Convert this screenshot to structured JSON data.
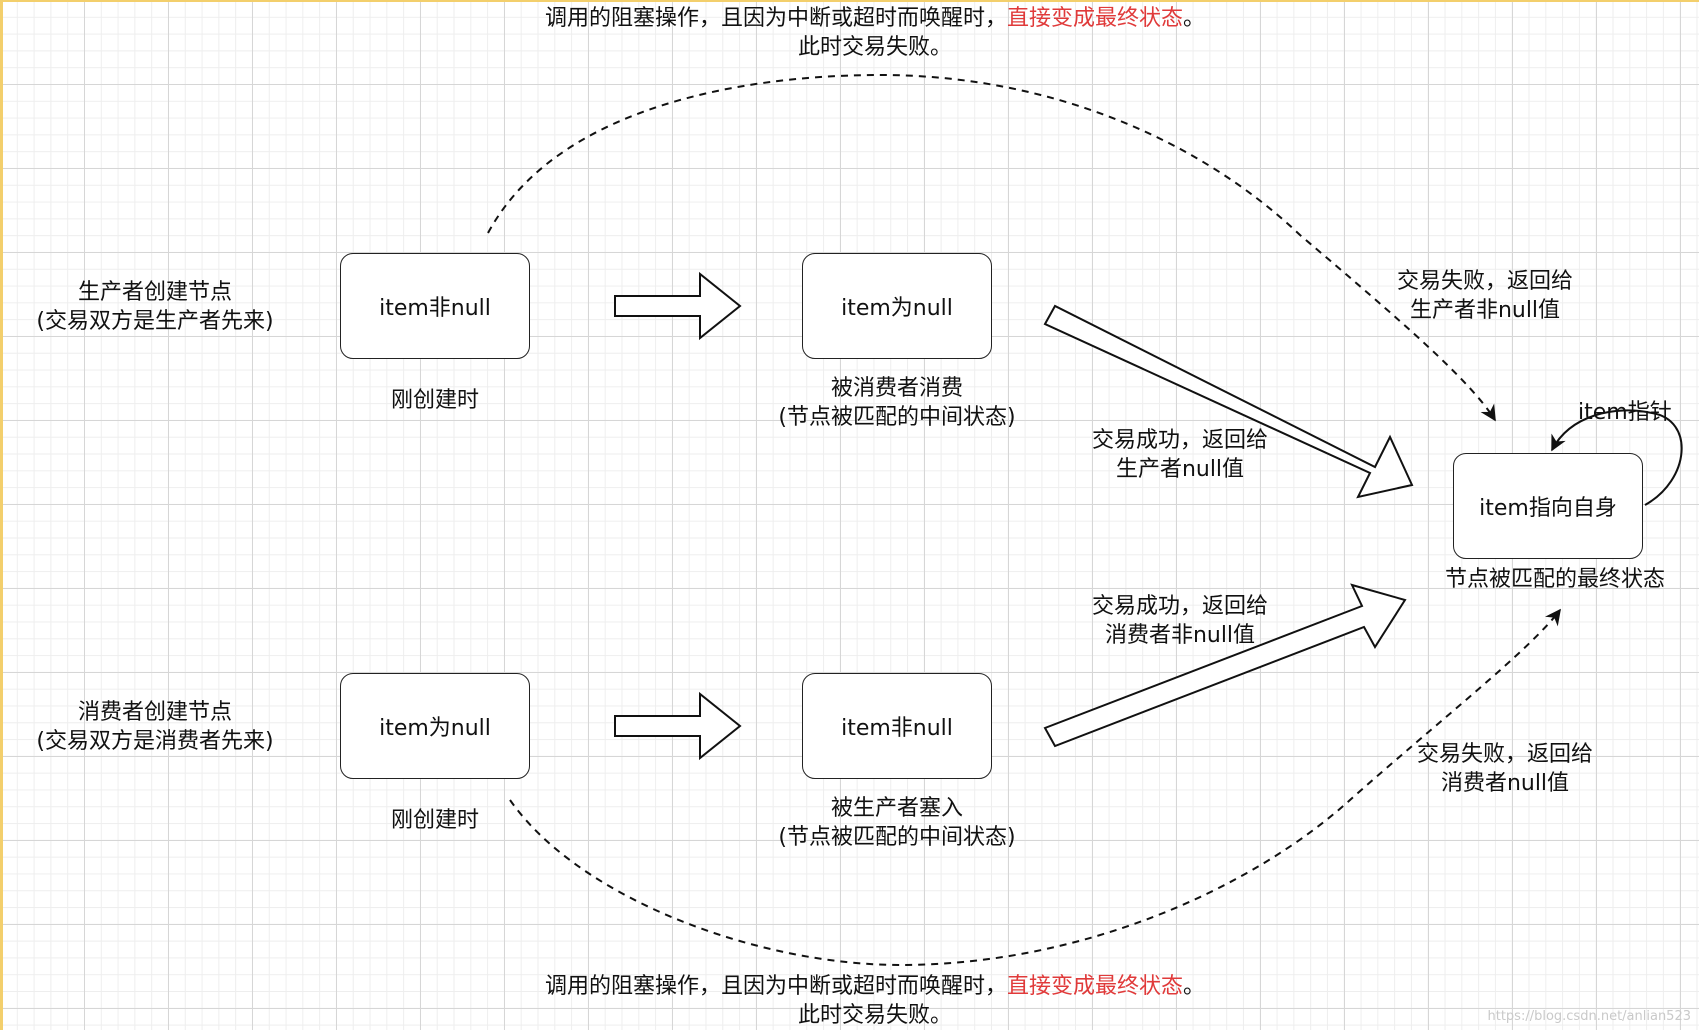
{
  "producer_row": {
    "title_line1": "生产者创建节点",
    "title_line2": "(交易双方是生产者先来)",
    "box1_text": "item非null",
    "box1_caption": "刚创建时",
    "box2_text": "item为null",
    "box2_caption_line1": "被消费者消费",
    "box2_caption_line2": "(节点被匹配的中间状态)"
  },
  "consumer_row": {
    "title_line1": "消费者创建节点",
    "title_line2": "(交易双方是消费者先来)",
    "box1_text": "item为null",
    "box1_caption": "刚创建时",
    "box2_text": "item非null",
    "box2_caption_line1": "被生产者塞入",
    "box2_caption_line2": "(节点被匹配的中间状态)"
  },
  "final_state": {
    "box_text": "item指向自身",
    "caption": "节点被匹配的最终状态",
    "self_loop_label": "item指针"
  },
  "edge_labels": {
    "producer_success_line1": "交易成功，返回给",
    "producer_success_line2": "生产者null值",
    "consumer_success_line1": "交易成功，返回给",
    "consumer_success_line2": "消费者非null值",
    "producer_fail_line1": "交易失败，返回给",
    "producer_fail_line2": "生产者非null值",
    "consumer_fail_line1": "交易失败，返回给",
    "consumer_fail_line2": "消费者null值"
  },
  "timeout_note_top": {
    "line1_prefix": "调用的阻塞操作，且因为中断或超时而唤醒时，",
    "line1_highlight": "直接变成最终状态",
    "line1_suffix": "。",
    "line2": "此时交易失败。"
  },
  "timeout_note_bottom": {
    "line1_prefix": "调用的阻塞操作，且因为中断或超时而唤醒时，",
    "line1_highlight": "直接变成最终状态",
    "line1_suffix": "。",
    "line2": "此时交易失败。"
  },
  "watermark": "https://blog.csdn.net/anlian523",
  "colors": {
    "highlight": "#e03a3a",
    "stroke": "#111111",
    "grid": "#d6d6d6"
  }
}
